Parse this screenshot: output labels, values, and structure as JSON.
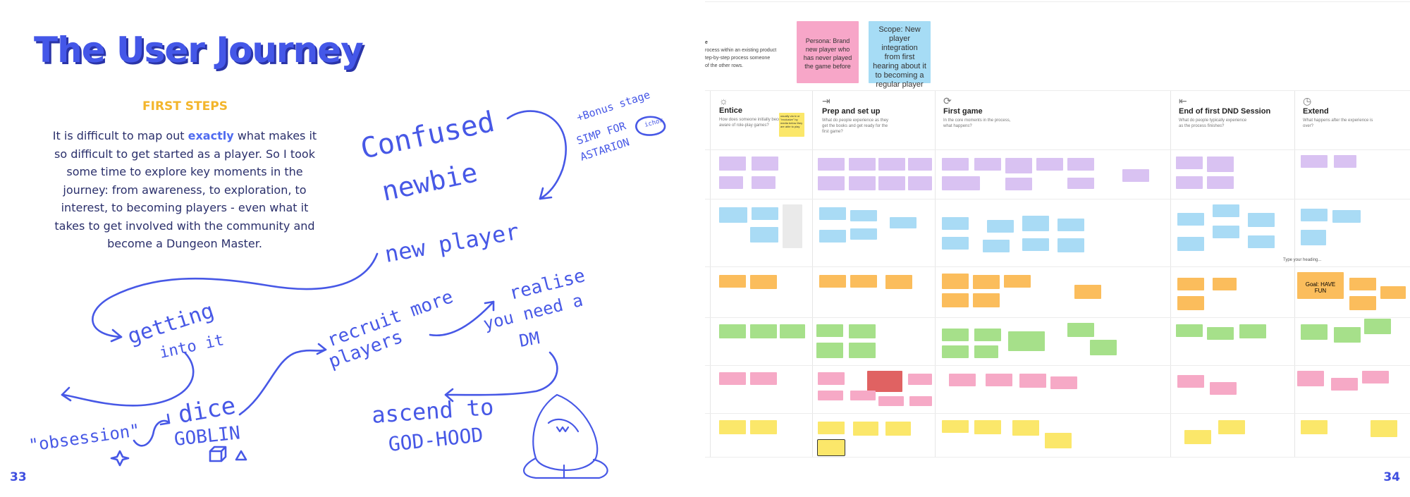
{
  "left_page": {
    "title": "The User Journey",
    "subheading": "FIRST STEPS",
    "body": {
      "part1": "It is difficult to map out ",
      "emphasis": "exactly",
      "part2": " what makes it so difficult to get started as a player. So I took some time to explore key moments in the journey: from awareness, to exploration, to interest, to becoming players - even what it takes to get involved with the community and become a Dungeon Master."
    },
    "page_number": "33",
    "sketch_notes": {
      "confused": "Confused",
      "newbie": "newbie",
      "new_player": "new player",
      "getting": "getting",
      "into_it": "into it",
      "obsession": "\"obsession\"",
      "dice": "dice",
      "goblin": "GOBLIN",
      "recruit": "recruit more",
      "players": "players",
      "realise": "realise",
      "you_need_a": "you need a",
      "dm": "DM",
      "ascend": "ascend to",
      "godhood": "GOD-HOOD",
      "bonus1": "+Bonus stage",
      "bonus2": "SIMP FOR",
      "bonus3": "ASTARION",
      "bonus_note": "ichor"
    },
    "colors": {
      "accent_blue": "#4457e8",
      "accent_yellow": "#f3b52c",
      "text_navy": "#2a2f6b"
    }
  },
  "right_page": {
    "intro_lines": [
      "e",
      "rocess within an existing product",
      "tep-by-step process someone",
      "of the other rows."
    ],
    "persona_card": "Persona: Brand new player who has never played the game before",
    "scope_card": "Scope: New player integration from first hearing about it to becoming a regular player",
    "stages": [
      {
        "name": "Entice",
        "desc": "How does someone initially become aware of role-play games?",
        "icon": "sun-icon"
      },
      {
        "name": "Prep and set up",
        "desc": "What do people experience as they get the books and get ready for the first game?",
        "icon": "login-icon"
      },
      {
        "name": "First game",
        "desc": "In the core moments in the process, what happens?",
        "icon": "refresh-icon"
      },
      {
        "name": "End of first DND Session",
        "desc": "What do people typically experience as the process finishes?",
        "icon": "logout-icon"
      },
      {
        "name": "Extend",
        "desc": "What happens after the experience is over?",
        "icon": "clock-icon"
      }
    ],
    "entice_note": "usually via tv or \"exclusive\" by media below they are able to play",
    "type_heading": "Type your heading...",
    "goal_note": "Goal: HAVE FUN",
    "page_number": "34",
    "colors": {
      "persona_pink": "#f7a6c8",
      "scope_blue": "#a6dcf5",
      "purple": "#d9c2f2",
      "blue": "#a9dbf5",
      "orange": "#fbbd5c",
      "green": "#a6e08a",
      "pink": "#f6a9c6",
      "yellow": "#fbe76a",
      "red": "#e06262"
    }
  }
}
